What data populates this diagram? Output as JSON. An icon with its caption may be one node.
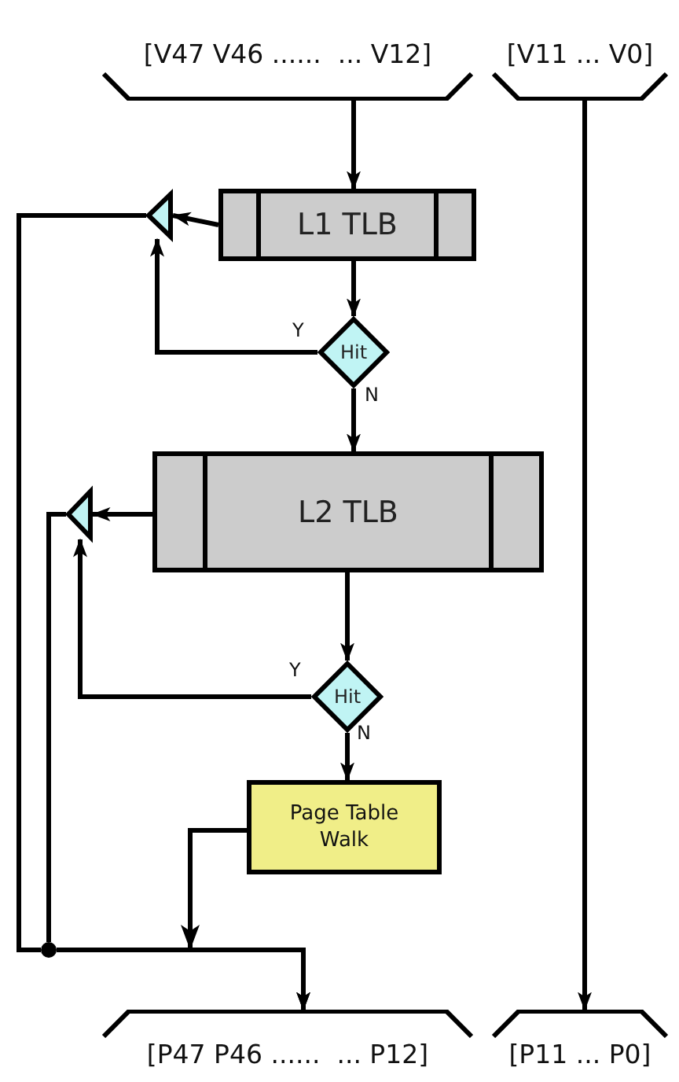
{
  "diagram": {
    "nodes": [
      {
        "text": [
          "[V47 V46 ......  ... V12]"
        ]
      },
      {
        "text": [
          "[V11 ... V0]"
        ]
      },
      {
        "text": [
          "L1 TLB"
        ]
      },
      {
        "text": [
          "Hit"
        ]
      },
      {
        "text": [],
        "shape": "triangle"
      },
      {
        "text": [
          "L2 TLB"
        ]
      },
      {
        "text": [
          "Hit"
        ]
      },
      {
        "text": [],
        "shape": "triangle"
      },
      {
        "text": [
          "Page Table Walk"
        ]
      },
      {
        "text": [],
        "shape": "circle"
      },
      {
        "text": [
          "[P47 P46 ......  ... P12]"
        ]
      },
      {
        "text": [
          "[P11 ... P0]"
        ]
      }
    ],
    "edges": [
      {
        "from": 0,
        "to": 2,
        "arrow": "to"
      },
      {
        "from": 2,
        "to": 3,
        "arrow": "to"
      },
      {
        "from": 3,
        "to": 4,
        "arrow": "to",
        "label": "Y"
      },
      {
        "from": 2,
        "to": 4,
        "arrow": "to"
      },
      {
        "from": 3,
        "to": 5,
        "arrow": "to",
        "label": "N"
      },
      {
        "from": 5,
        "to": 7,
        "arrow": "to"
      },
      {
        "from": 5,
        "to": 6,
        "arrow": "to"
      },
      {
        "from": 6,
        "to": 7,
        "arrow": "to",
        "label": "Y"
      },
      {
        "from": 6,
        "to": 8,
        "arrow": "to",
        "label": "N"
      },
      {
        "from": 4,
        "to": 9,
        "arrow": "none"
      },
      {
        "from": 7,
        "to": 9,
        "arrow": "none"
      },
      {
        "from": 9,
        "to": 10,
        "arrow": "to"
      },
      {
        "from": 8,
        "to": 10,
        "arrow": "to"
      },
      {
        "from": 1,
        "to": 11,
        "arrow": "to"
      }
    ]
  }
}
